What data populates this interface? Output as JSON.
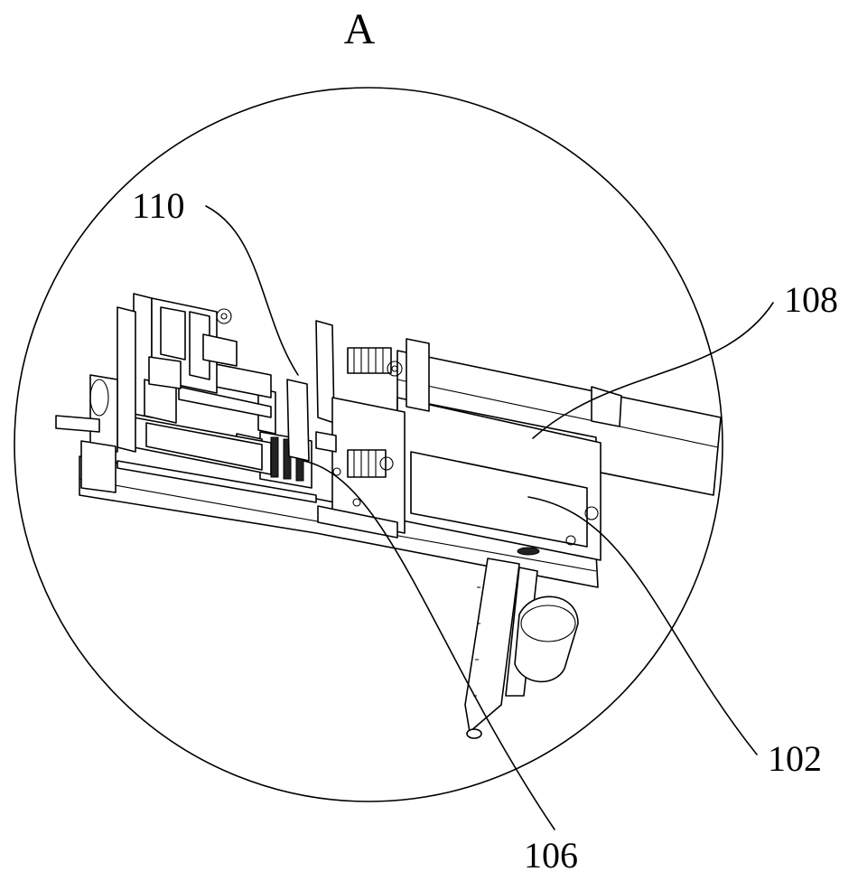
{
  "detail_view": {
    "title": "A"
  },
  "callouts": [
    {
      "id": "c110",
      "text": "110"
    },
    {
      "id": "c108",
      "text": "108"
    },
    {
      "id": "c102",
      "text": "102"
    },
    {
      "id": "c106",
      "text": "106"
    }
  ]
}
